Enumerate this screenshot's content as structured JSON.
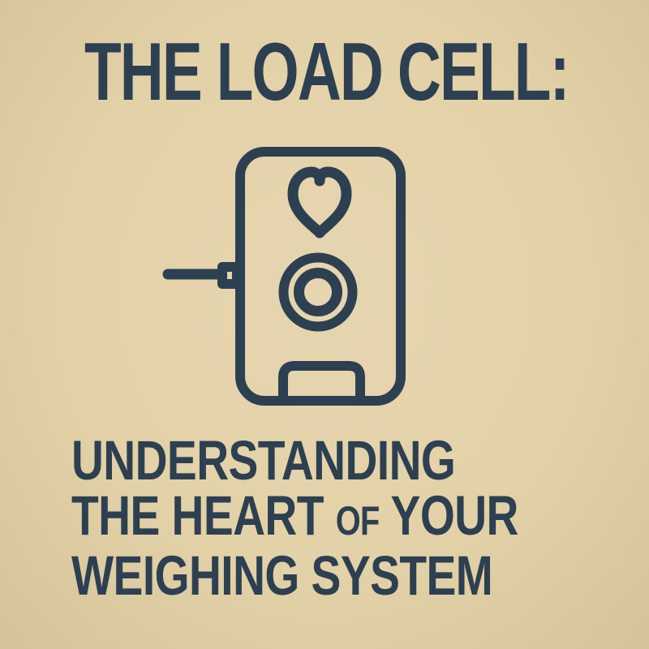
{
  "poster": {
    "background_color": "#e3d1a7",
    "ink_color": "#2d4051",
    "title": "THE LOAD CELL:",
    "subtitle": {
      "line1": "UNDERSTANDING",
      "line2_part1": "THE HEART ",
      "line2_small": "OF",
      "line2_part2": " YOUR",
      "line3": "WEIGHING SYSTEM"
    },
    "icon": {
      "name": "load-cell-with-heart-icon",
      "parts": [
        "device-body",
        "heart",
        "sensor-outer-ring",
        "sensor-inner-ring",
        "base-slot",
        "mounting-rod",
        "rod-connector"
      ]
    }
  }
}
